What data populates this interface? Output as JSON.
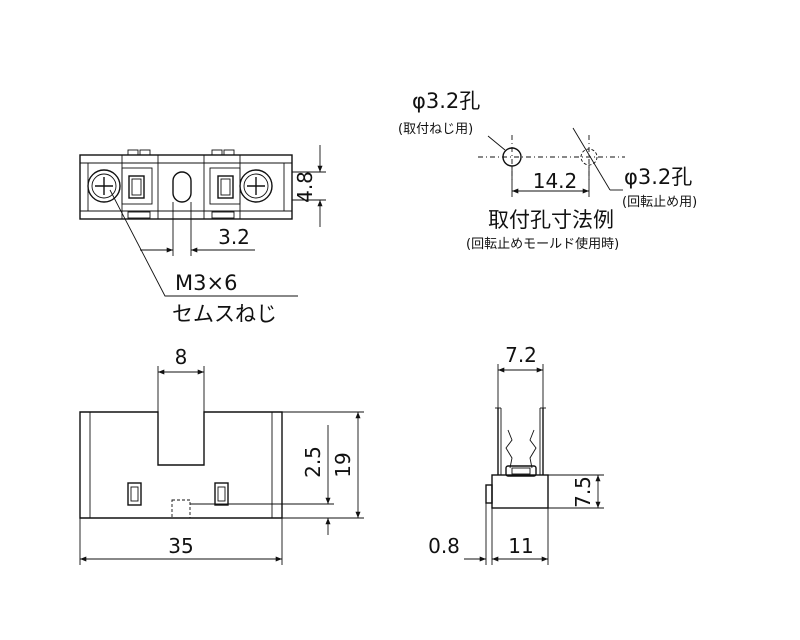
{
  "top_view": {
    "dim_height": "4.8",
    "dim_slot": "3.2",
    "screw_label_1": "M3×6",
    "screw_label_2": "セムスねじ"
  },
  "mount_hole_diagram": {
    "hole1_label": "φ3.2孔",
    "hole1_note": "(取付ねじ用)",
    "hole2_label": "φ3.2孔",
    "hole2_note": "(回転止め用)",
    "pitch": "14.2",
    "title": "取付孔寸法例",
    "subtitle": "(回転止めモールド使用時)"
  },
  "front_view": {
    "dim_slot_width": "8",
    "dim_total_width": "35",
    "dim_height": "19",
    "dim_lower": "2.5"
  },
  "side_view": {
    "dim_top": "7.2",
    "dim_base_height": "7.5",
    "dim_offset": "0.8",
    "dim_depth": "11"
  }
}
